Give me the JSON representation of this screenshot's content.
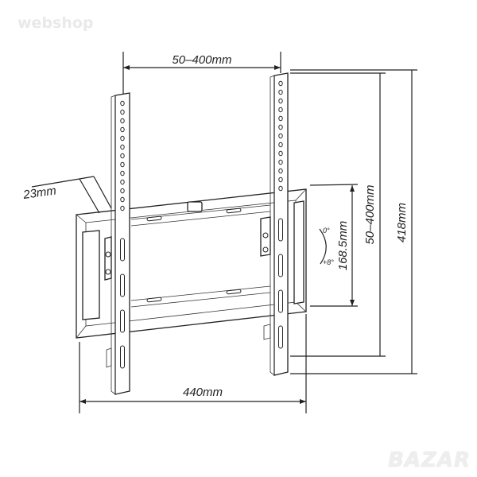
{
  "watermarks": {
    "top_left": "webshop",
    "bottom_right": "BAZAR"
  },
  "dimensions": {
    "top_width": "50–400mm",
    "depth": "23mm",
    "bottom_width": "440mm",
    "frame_height": "168.5mm",
    "vertical_range": "50–400mm",
    "total_height": "418mm"
  },
  "tilt": {
    "top": "0°",
    "bottom": "+8°"
  }
}
